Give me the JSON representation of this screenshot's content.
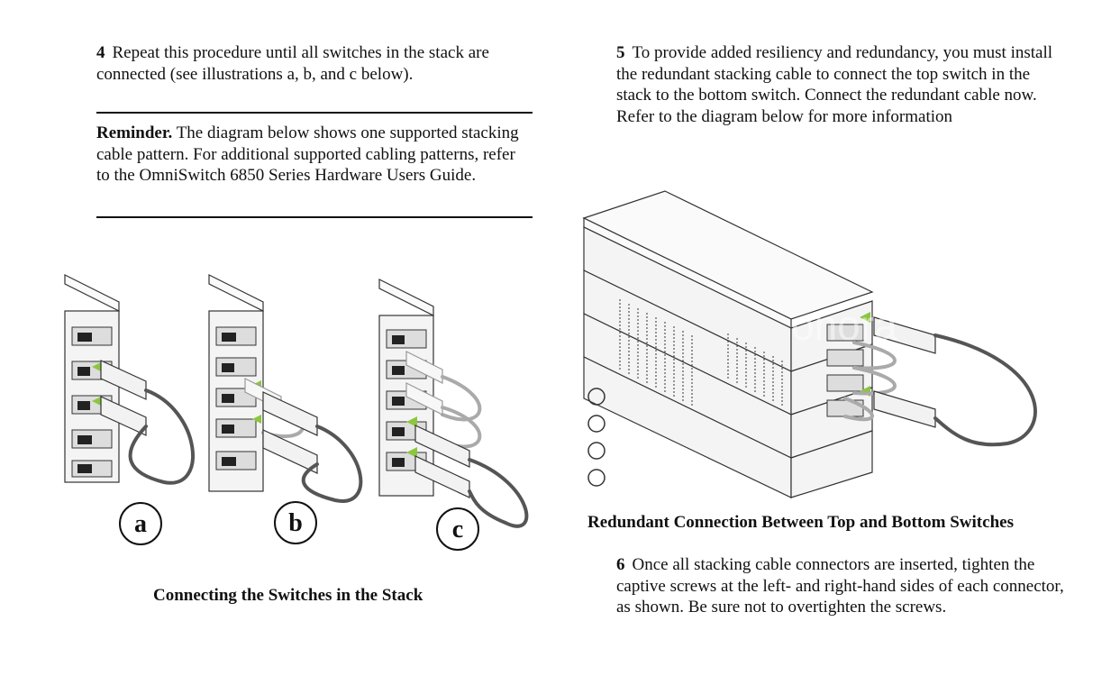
{
  "step4": {
    "number": "4",
    "text": "Repeat this procedure until all switches in the stack are connected (see illustrations a, b, and c below)."
  },
  "reminder": {
    "label": "Reminder.",
    "text": "The diagram below shows one supported stacking cable pattern. For additional supported cabling patterns, refer to the OmniSwitch 6850 Series Hardware Users Guide."
  },
  "step5": {
    "number": "5",
    "text": "To provide added resiliency and redundancy, you must install the redundant stacking cable to connect the top switch in the stack to the bottom switch. Connect the redundant cable now. Refer to the diagram below for more information"
  },
  "step6": {
    "number": "6",
    "text": "Once all stacking cable connectors are inserted, tighten the captive screws at the left- and right-hand sides of each connector, as shown. Be sure not to overtighten the screws."
  },
  "figure_left": {
    "caption": "Connecting the Switches in the Stack",
    "labels": [
      "a",
      "b",
      "c"
    ]
  },
  "figure_right": {
    "caption": "Redundant Connection Between Top and Bottom Switches",
    "watermark": "onora"
  }
}
